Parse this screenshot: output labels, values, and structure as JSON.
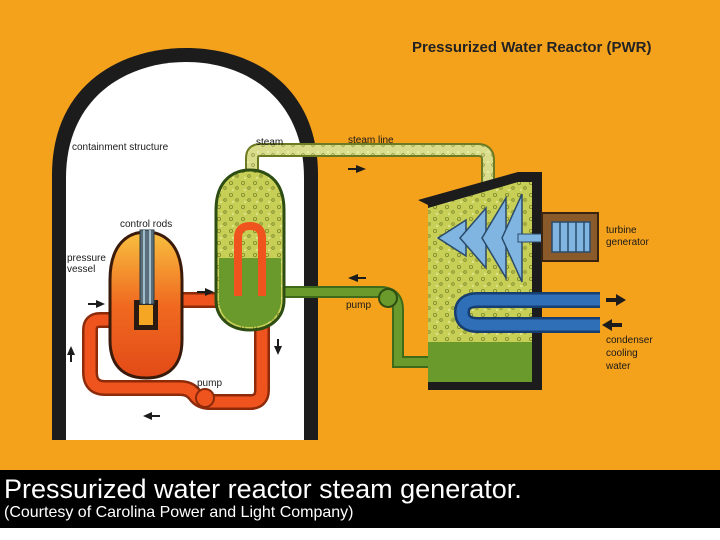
{
  "diagram": {
    "title": "Pressurized Water Reactor (PWR)",
    "labels": {
      "containment_structure": "containment structure",
      "steam": "steam",
      "steam_line": "steam line",
      "control_rods": "control rods",
      "pressure_vessel_1": "pressure",
      "pressure_vessel_2": "vessel",
      "pump_primary": "pump",
      "pump_secondary": "pump",
      "turbine_generator_1": "turbine",
      "turbine_generator_2": "generator",
      "condenser_cooling_water_1": "condenser",
      "condenser_cooling_water_2": "cooling",
      "condenser_cooling_water_3": "water"
    },
    "colors": {
      "background": "#f4a11c",
      "containment_fill": "#ffffff",
      "containment_wall": "#1c1c1c",
      "primary_loop": "#f0541e",
      "reactor_core": "#f5a623",
      "steam": "#c8cf57",
      "feedwater": "#6a9a2c",
      "turbine_blades": "#7fb5e0",
      "condenser_water": "#2f6fb8",
      "generator_housing": "#8a5a2b"
    }
  },
  "caption": {
    "main": "Pressurized water reactor steam generator.",
    "credit": "(Courtesy of Carolina Power and Light Company)"
  }
}
